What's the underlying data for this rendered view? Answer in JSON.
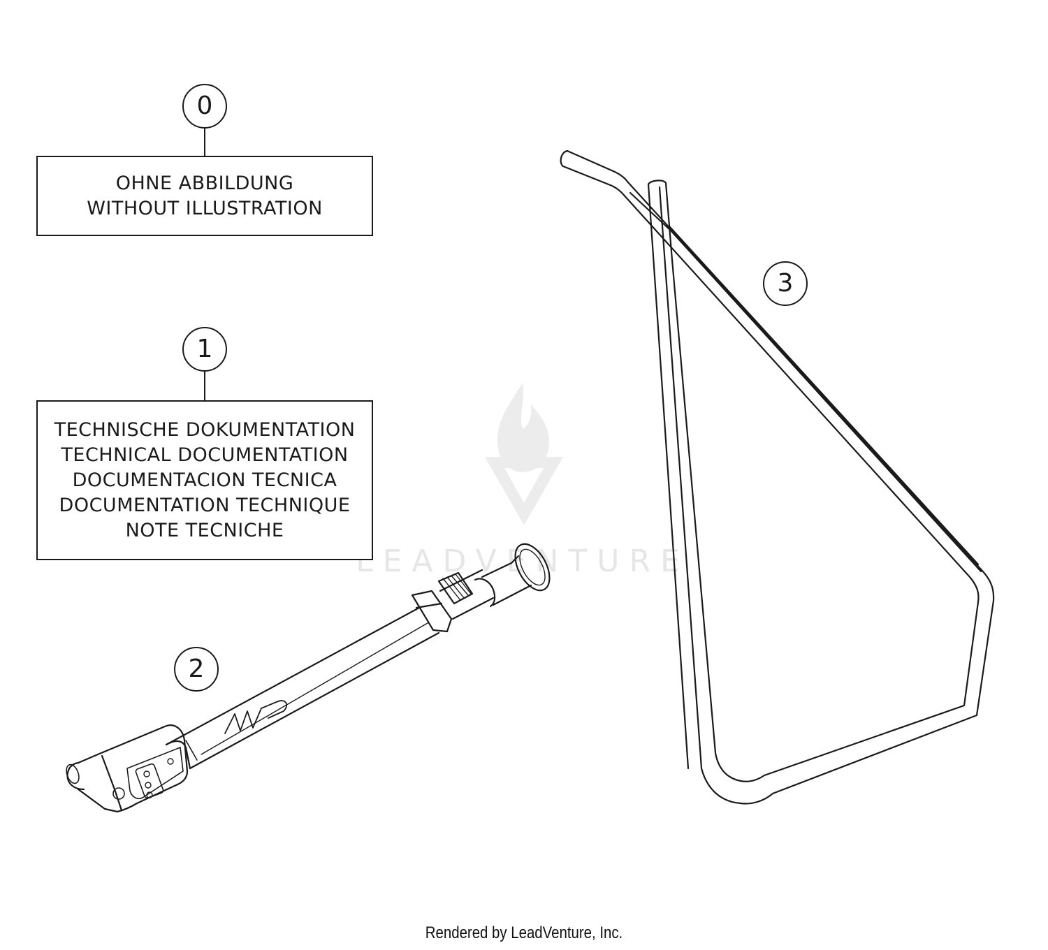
{
  "callouts": {
    "c0": "0",
    "c1": "1",
    "c2": "2",
    "c3": "3"
  },
  "box0": {
    "line1": "OHNE ABBILDUNG",
    "line2": "WITHOUT ILLUSTRATION"
  },
  "box1": {
    "line1": "TECHNISCHE DOKUMENTATION",
    "line2": "TECHNICAL DOCUMENTATION",
    "line3": "DOCUMENTACION TECNICA",
    "line4": "DOCUMENTATION TECHNIQUE",
    "line5": "NOTE TECNICHE"
  },
  "pump_logo": "WP",
  "watermark": "LEADVENTURE",
  "footer": "Rendered by LeadVenture, Inc.",
  "colors": {
    "line": "#1a1a1a",
    "watermark": "#e6e6e6"
  }
}
